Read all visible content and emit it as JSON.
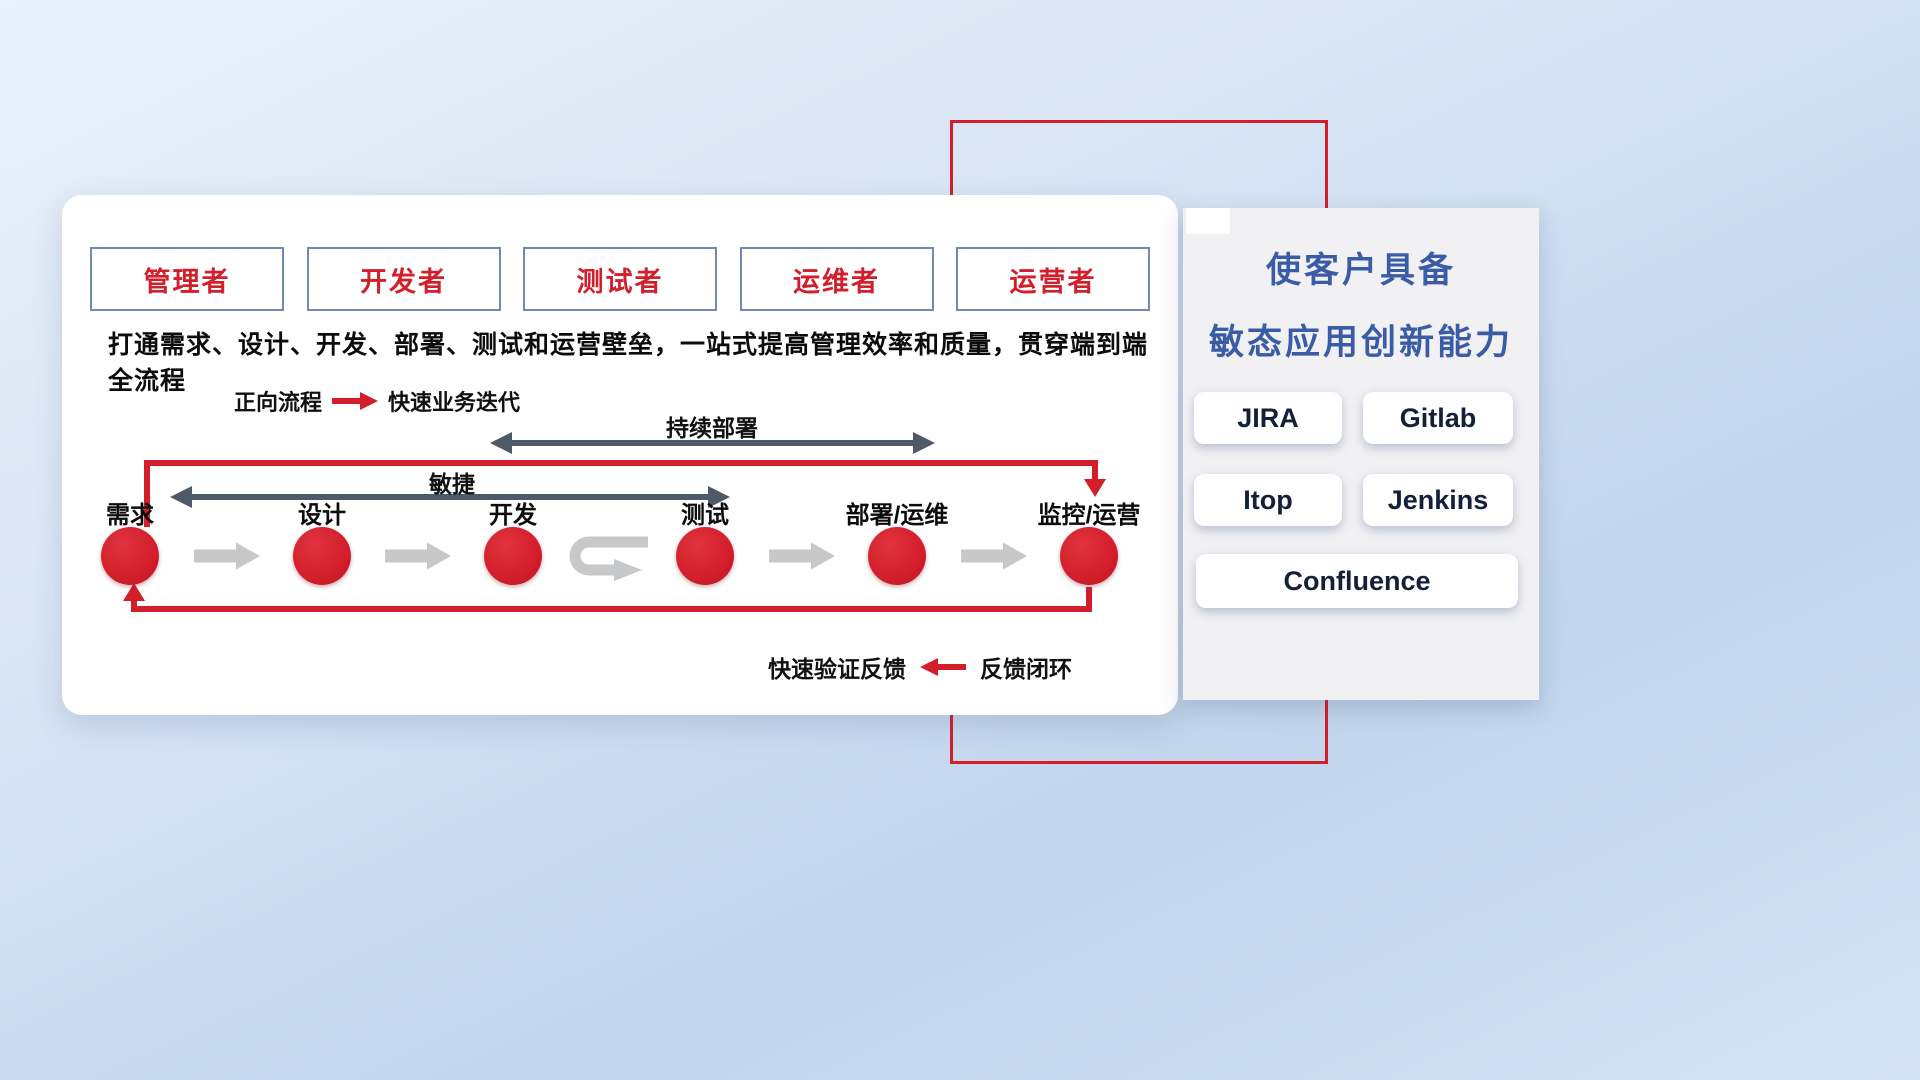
{
  "roles": [
    "管理者",
    "开发者",
    "测试者",
    "运维者",
    "运营者"
  ],
  "description": "打通需求、设计、开发、部署、测试和运营壁垒，一站式提高管理效率和质量，贯穿端到端全流程",
  "legend": {
    "forward_label": "正向流程",
    "forward_value": "快速业务迭代",
    "feedback_label": "快速验证反馈",
    "feedback_value": "反馈闭环"
  },
  "flow": {
    "deploy_arrow_label": "持续部署",
    "agile_arrow_label": "敏捷",
    "stages": [
      "需求",
      "设计",
      "开发",
      "测试",
      "部署/运维",
      "监控/运营"
    ]
  },
  "panel": {
    "title_line1": "使客户具备",
    "title_line2": "敏态应用创新能力",
    "tools": [
      "JIRA",
      "Gitlab",
      "Itop",
      "Jenkins",
      "Confluence"
    ]
  },
  "colors": {
    "accent_red": "#d21f2b",
    "title_blue": "#3a5ba6",
    "dark_arrow": "#4e5a68",
    "gray_arrow": "#c6c8ca"
  }
}
